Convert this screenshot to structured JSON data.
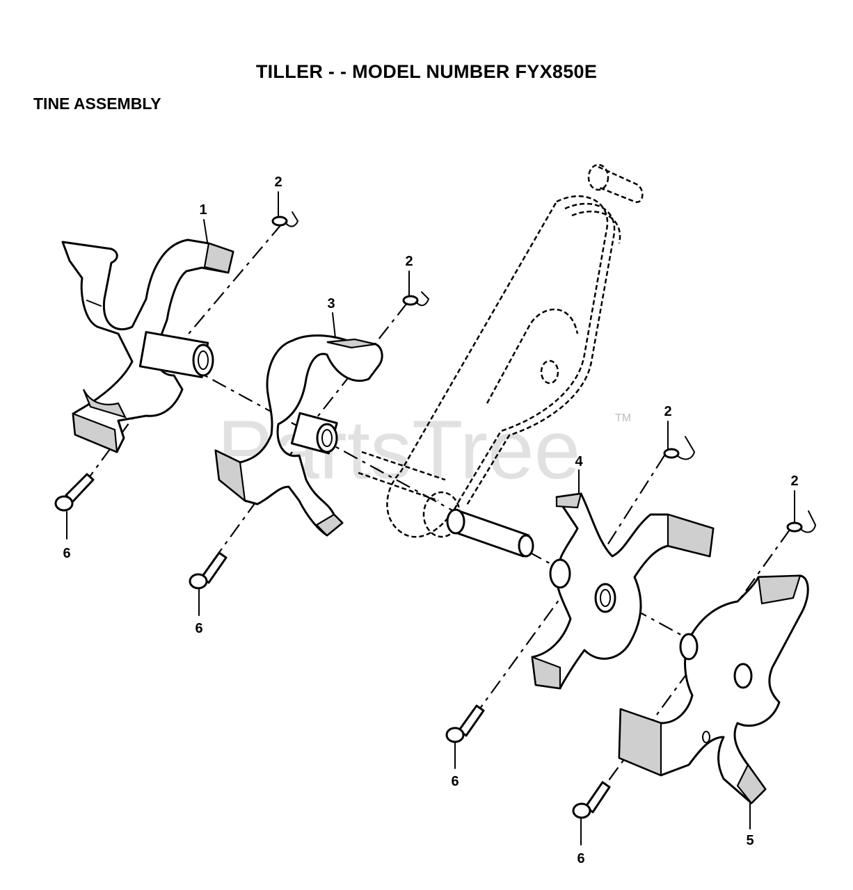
{
  "header": {
    "title": "TILLER - - MODEL NUMBER FYX850E",
    "subtitle": "TINE ASSEMBLY"
  },
  "watermark": {
    "text": "PartsTree",
    "mark": "TM"
  },
  "callouts": {
    "tine_outer_left": "1",
    "clip_a": "2",
    "clip_b": "2",
    "clip_c": "2",
    "clip_d": "2",
    "tine_inner_left": "3",
    "tine_inner_right": "4",
    "tine_outer_right": "5",
    "pin_a": "6",
    "pin_b": "6",
    "pin_c": "6",
    "pin_d": "6"
  }
}
